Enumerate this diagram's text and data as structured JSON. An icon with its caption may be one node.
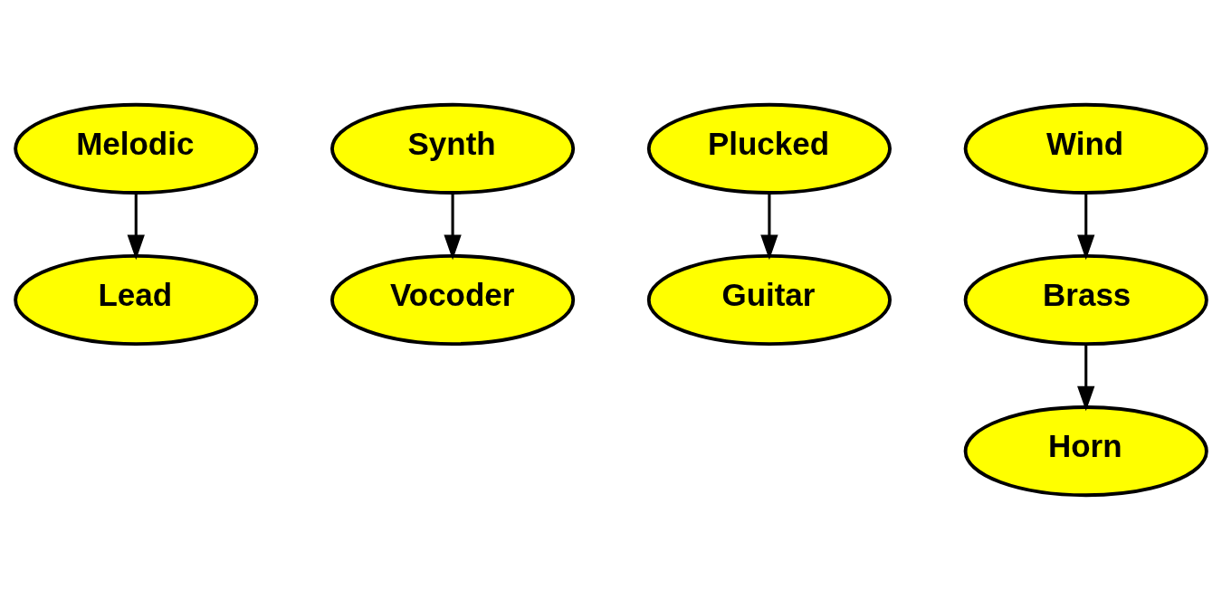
{
  "diagram": {
    "nodes": [
      {
        "text": [
          "Melodic"
        ]
      },
      {
        "text": [
          "Lead"
        ]
      },
      {
        "text": [
          "Synth"
        ]
      },
      {
        "text": [
          "Vocoder"
        ]
      },
      {
        "text": [
          "Plucked"
        ]
      },
      {
        "text": [
          "Guitar"
        ]
      },
      {
        "text": [
          "Wind"
        ]
      },
      {
        "text": [
          "Brass"
        ]
      },
      {
        "text": [
          "Horn"
        ]
      }
    ],
    "edges": [
      {
        "from": 0,
        "to": 1,
        "arrow": "to"
      },
      {
        "from": 2,
        "to": 3,
        "arrow": "to"
      },
      {
        "from": 4,
        "to": 5,
        "arrow": "to"
      },
      {
        "from": 6,
        "to": 7,
        "arrow": "to"
      },
      {
        "from": 7,
        "to": 8,
        "arrow": "to"
      }
    ]
  }
}
